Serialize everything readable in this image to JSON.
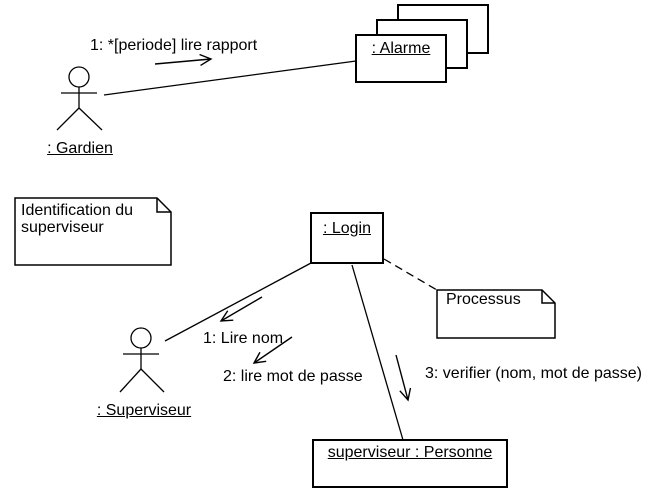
{
  "diagram": {
    "kind": "uml-collaboration-diagram",
    "colors": {
      "stroke": "#000000",
      "background": "#ffffff"
    }
  },
  "actors": {
    "gardien": {
      "label": ": Gardien"
    },
    "superviseur": {
      "label": ": Superviseur"
    }
  },
  "objects": {
    "alarme": {
      "label": ": Alarme"
    },
    "login": {
      "label": ": Login"
    },
    "personne": {
      "label": "superviseur : Personne"
    }
  },
  "notes": {
    "identification": {
      "text": "Identification du superviseur"
    },
    "processus": {
      "text": "Processus"
    }
  },
  "messages": {
    "m1": {
      "label": "1: *[periode] lire rapport"
    },
    "m2": {
      "label": "1: Lire nom"
    },
    "m3": {
      "label": "2: lire mot de passe"
    },
    "m4": {
      "label": "3: verifier (nom, mot de passe)"
    }
  }
}
